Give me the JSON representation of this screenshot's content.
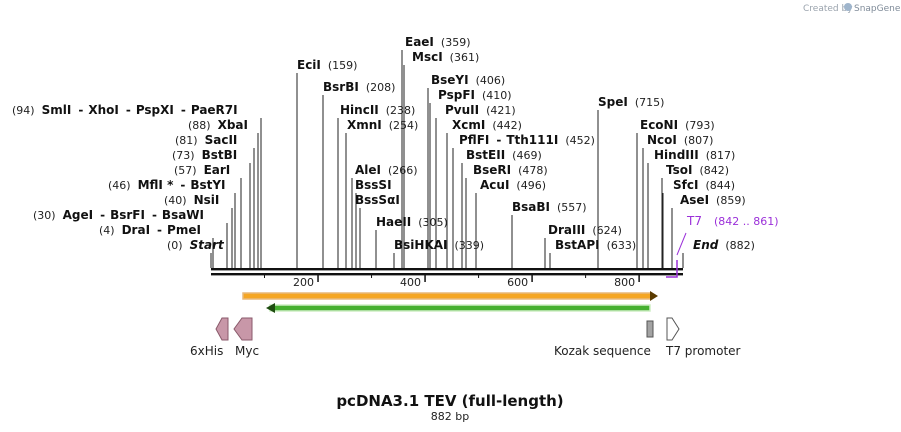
{
  "map": {
    "title": "pcDNA3.1 TEV (full-length)",
    "length_label": "882 bp",
    "total_bp": 882,
    "watermark_prefix": "Created by",
    "watermark_brand": "SnapGene"
  },
  "ruler_ticks": [
    "200",
    "400",
    "600",
    "800"
  ],
  "enzyme_rows": [
    [
      {
        "pos": "(0)"
      },
      {
        "name": "Start",
        "italic": true
      }
    ],
    [
      {
        "pos": "(4)"
      },
      {
        "name": "DraI"
      },
      {
        "sep": "-"
      },
      {
        "name": "PmeI"
      }
    ],
    [
      {
        "pos": "(30)"
      },
      {
        "name": "AgeI"
      },
      {
        "sep": "-"
      },
      {
        "name": "BsrFI"
      },
      {
        "sep": "-"
      },
      {
        "name": "BsaWI"
      }
    ],
    [
      {
        "pos": "(40)"
      },
      {
        "name": "NsiI"
      }
    ],
    [
      {
        "pos": "(46)"
      },
      {
        "name": "MflI *"
      },
      {
        "sep": "-"
      },
      {
        "name": "BstYI"
      }
    ],
    [
      {
        "pos": "(57)"
      },
      {
        "name": "EarI"
      }
    ],
    [
      {
        "pos": "(73)"
      },
      {
        "name": "BstBI"
      }
    ],
    [
      {
        "pos": "(81)"
      },
      {
        "name": "SacII"
      }
    ],
    [
      {
        "pos": "(88)"
      },
      {
        "name": "XbaI"
      }
    ],
    [
      {
        "pos": "(94)"
      },
      {
        "name": "SmlI"
      },
      {
        "sep": "-"
      },
      {
        "name": "XhoI"
      },
      {
        "sep": "-"
      },
      {
        "name": "PspXI"
      },
      {
        "sep": "-"
      },
      {
        "name": "PaeR7I"
      }
    ],
    [
      {
        "name": "EciI"
      },
      {
        "pos": "(159)"
      }
    ],
    [
      {
        "name": "BsrBI"
      },
      {
        "pos": "(208)"
      }
    ],
    [
      {
        "name": "HincII"
      },
      {
        "pos": "(238)"
      }
    ],
    [
      {
        "name": "XmnI"
      },
      {
        "pos": "(254)"
      }
    ],
    [
      {
        "name": "AleI"
      },
      {
        "pos": "(266)"
      }
    ],
    [
      {
        "name": "BssSI"
      }
    ],
    [
      {
        "name": "BssSαI"
      }
    ],
    [
      {
        "name": "HaeII"
      },
      {
        "pos": "(305)"
      }
    ],
    [
      {
        "name": "BsiHKAI"
      },
      {
        "pos": "(339)"
      }
    ],
    [
      {
        "name": "EaeI"
      },
      {
        "pos": "(359)"
      }
    ],
    [
      {
        "name": "MscI"
      },
      {
        "pos": "(361)"
      }
    ],
    [
      {
        "name": "BseYI"
      },
      {
        "pos": "(406)"
      }
    ],
    [
      {
        "name": "PspFI"
      },
      {
        "pos": "(410)"
      }
    ],
    [
      {
        "name": "PvuII"
      },
      {
        "pos": "(421)"
      }
    ],
    [
      {
        "name": "XcmI"
      },
      {
        "pos": "(442)"
      }
    ],
    [
      {
        "name": "PflFI"
      },
      {
        "sep": "-"
      },
      {
        "name": "Tth111I"
      },
      {
        "pos": "(452)"
      }
    ],
    [
      {
        "name": "BstEII"
      },
      {
        "pos": "(469)"
      }
    ],
    [
      {
        "name": "BseRI"
      },
      {
        "pos": "(478)"
      }
    ],
    [
      {
        "name": "AcuI"
      },
      {
        "pos": "(496)"
      }
    ],
    [
      {
        "name": "BsaBI"
      },
      {
        "pos": "(557)"
      }
    ],
    [
      {
        "name": "DraIII"
      },
      {
        "pos": "(624)"
      }
    ],
    [
      {
        "name": "BstAPI"
      },
      {
        "pos": "(633)"
      }
    ],
    [
      {
        "name": "SpeI"
      },
      {
        "pos": "(715)"
      }
    ],
    [
      {
        "name": "EcoNI"
      },
      {
        "pos": "(793)"
      }
    ],
    [
      {
        "name": "NcoI"
      },
      {
        "pos": "(807)"
      }
    ],
    [
      {
        "name": "HindIII"
      },
      {
        "pos": "(817)"
      }
    ],
    [
      {
        "name": "TsoI"
      },
      {
        "pos": "(842)"
      }
    ],
    [
      {
        "name": "SfcI"
      },
      {
        "pos": "(844)"
      }
    ],
    [
      {
        "name": "AseI"
      },
      {
        "pos": "(859)"
      }
    ],
    [
      {
        "name": "End",
        "italic": true
      },
      {
        "pos": "(882)"
      }
    ]
  ],
  "primer": {
    "name": "T7",
    "range": "(842 .. 861)",
    "color": "#9b30d9"
  },
  "features": [
    {
      "label": "6xHis",
      "color": "#c897a8"
    },
    {
      "label": "Myc",
      "color": "#c897a8"
    },
    {
      "label": "Kozak sequence",
      "color": "#a3a3a3"
    },
    {
      "label": "T7 promoter",
      "color": "#ffffff"
    }
  ],
  "orf_colors": {
    "orange_fill": "#f5a623",
    "orange_border": "#e8b97a",
    "green_fill": "#46b030",
    "green_border": "#cdeec4"
  }
}
